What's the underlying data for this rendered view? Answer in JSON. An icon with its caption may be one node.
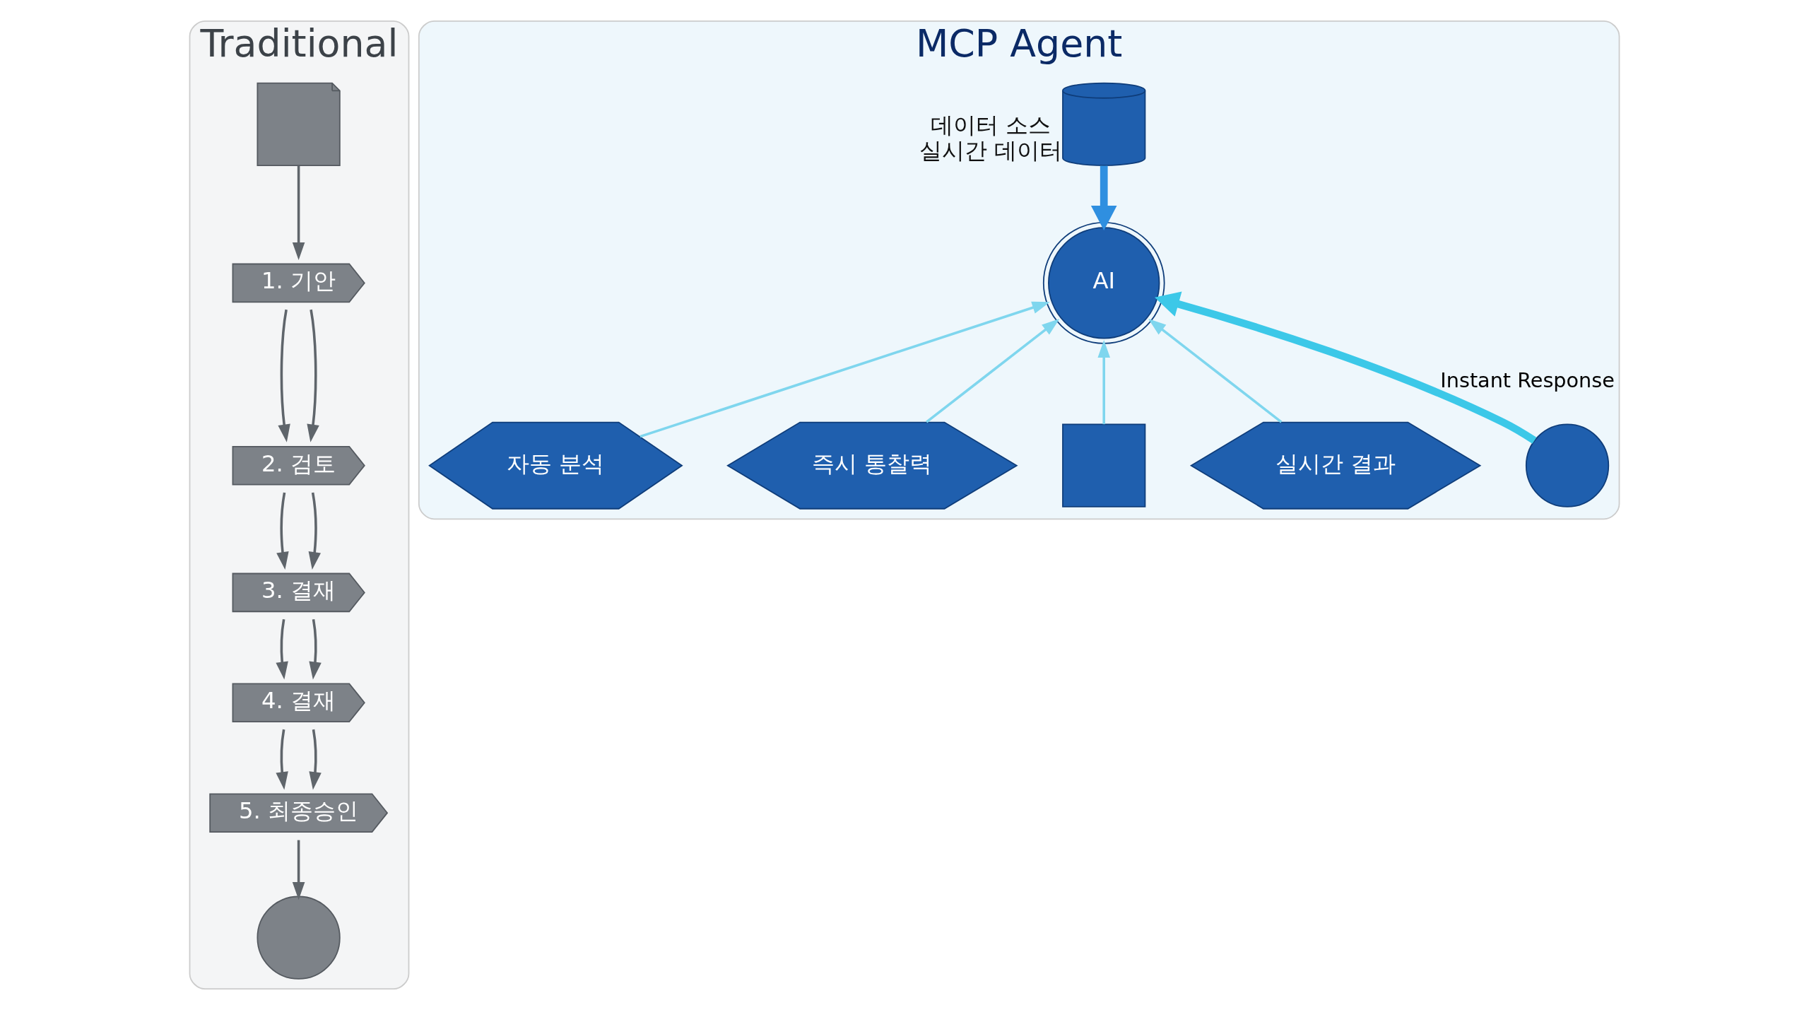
{
  "diagram": {
    "nodes": [
      {
        "text": [
          "Traditional"
        ]
      },
      {
        "text": [],
        "shape": "picture",
        "in": 0
      },
      {
        "text": [
          "1. 기안"
        ],
        "in": 0
      },
      {
        "text": [
          "2. 검토"
        ],
        "in": 0
      },
      {
        "text": [
          "3. 결재"
        ],
        "in": 0
      },
      {
        "text": [
          "4. 결재"
        ],
        "in": 0
      },
      {
        "text": [
          "5. 최종승인"
        ],
        "in": 0
      },
      {
        "text": [],
        "shape": "circle",
        "in": 0
      },
      {
        "text": [
          "MCP Agent"
        ]
      },
      {
        "text": [],
        "shape": "cylinder",
        "beside": [
          "데이터 소스",
          "실시간 데이터"
        ],
        "in": 8
      },
      {
        "text": [
          "AI"
        ],
        "in": 8
      },
      {
        "text": [
          "자동 분석"
        ],
        "in": 8
      },
      {
        "text": [
          "즉시 통찰력"
        ],
        "in": 8
      },
      {
        "text": [],
        "shape": "box",
        "in": 8
      },
      {
        "text": [
          "실시간 결과"
        ],
        "in": 8
      },
      {
        "text": [],
        "shape": "circle",
        "in": 8
      }
    ],
    "edges": [
      {
        "from": 1,
        "to": 2,
        "arrow": "to"
      },
      {
        "from": 2,
        "to": 3,
        "arrow": "to"
      },
      {
        "from": 2,
        "to": 3,
        "arrow": "to"
      },
      {
        "from": 3,
        "to": 4,
        "arrow": "to"
      },
      {
        "from": 3,
        "to": 4,
        "arrow": "to"
      },
      {
        "from": 4,
        "to": 5,
        "arrow": "to"
      },
      {
        "from": 4,
        "to": 5,
        "arrow": "to"
      },
      {
        "from": 5,
        "to": 6,
        "arrow": "to"
      },
      {
        "from": 5,
        "to": 6,
        "arrow": "to"
      },
      {
        "from": 6,
        "to": 7,
        "arrow": "to"
      },
      {
        "from": 9,
        "to": 10,
        "arrow": "to",
        "style": "thick",
        "color": "#2f8fe0"
      },
      {
        "from": 11,
        "to": 10,
        "arrow": "to",
        "color": "#7fd6ee"
      },
      {
        "from": 12,
        "to": 10,
        "arrow": "to",
        "color": "#7fd6ee"
      },
      {
        "from": 15,
        "to": 10,
        "arrow": "to",
        "label": "Instant Response",
        "style": "thick",
        "color": "#3cc8e8"
      },
      {
        "from": 13,
        "to": 10,
        "arrow": "to",
        "color": "#7fd6ee"
      },
      {
        "from": 14,
        "to": 10,
        "arrow": "to",
        "color": "#7fd6ee"
      }
    ]
  }
}
